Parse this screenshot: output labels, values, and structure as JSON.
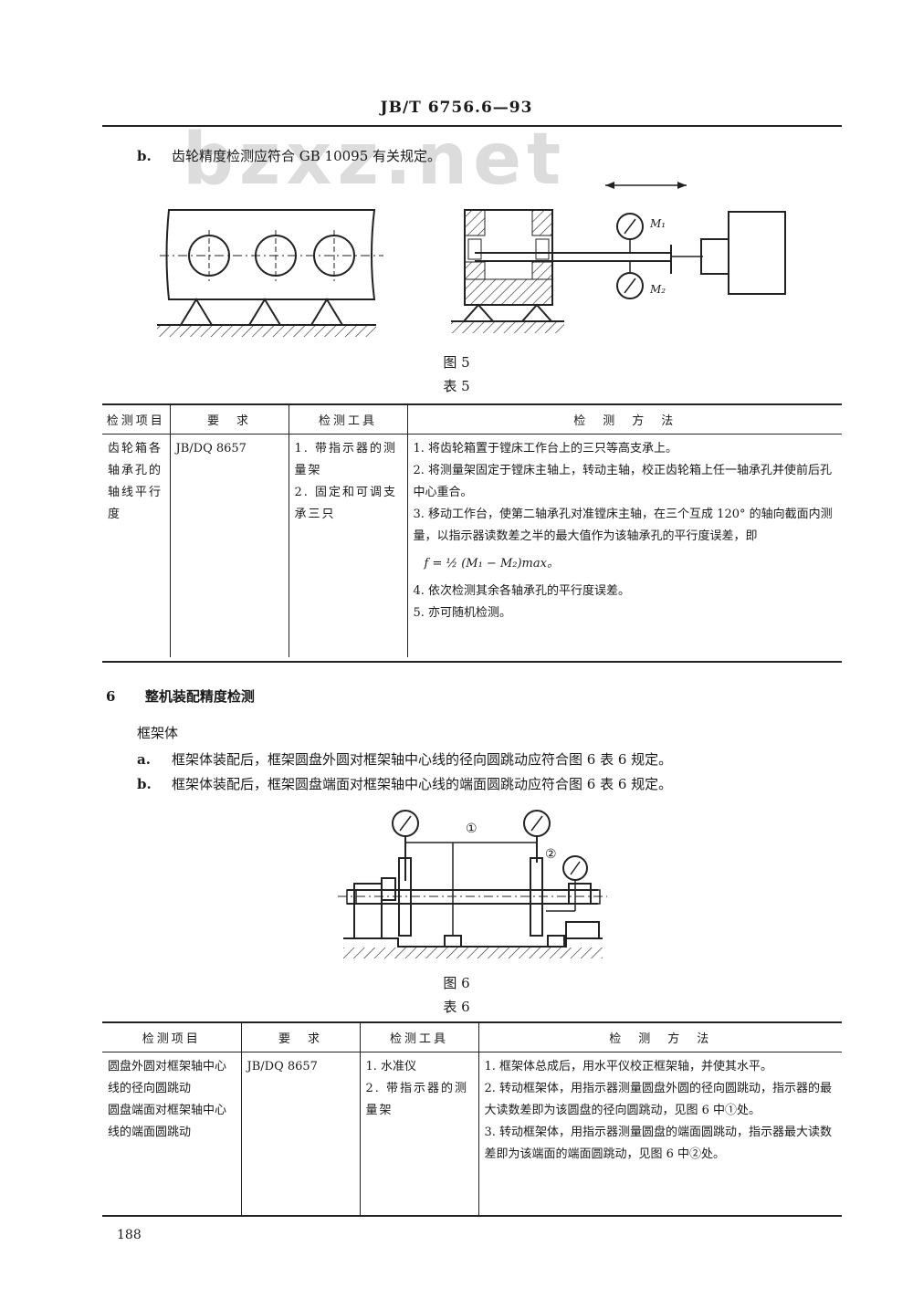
{
  "header": "JB/T 6756.6—93",
  "watermark": "bzxz.net",
  "item_b_top": {
    "label": "b.",
    "text": "齿轮精度检测应符合 GB 10095 有关规定。"
  },
  "fig5": {
    "caption": "图 5",
    "m1": "M₁",
    "m2": "M₂"
  },
  "table5": {
    "caption": "表 5",
    "headers": [
      "检测项目",
      "要　求",
      "检测工具",
      "检　测　方　法"
    ],
    "row": {
      "item": "齿轮箱各轴承孔的轴线平行度",
      "requirement": "JB/DQ 8657",
      "tools": [
        "1. 带指示器的测量架",
        "2. 固定和可调支承三只"
      ],
      "methods": [
        "1. 将齿轮箱置于镗床工作台上的三只等高支承上。",
        "2. 将测量架固定于镗床主轴上，转动主轴，校正齿轮箱上任一轴承孔并使前后孔中心重合。",
        "3. 移动工作台，使第二轴承孔对准镗床主轴，在三个互成 120° 的轴向截面内测量，以指示器读数差之半的最大值作为该轴承孔的平行度误差，即",
        "4. 依次检测其余各轴承孔的平行度误差。",
        "5. 亦可随机检测。"
      ],
      "formula": "f = ½ (M₁ − M₂)max。"
    }
  },
  "section6": {
    "number": "6",
    "title": "整机装配精度检测",
    "subtitle": "框架体",
    "items": [
      {
        "label": "a.",
        "text": "框架体装配后，框架圆盘外圆对框架轴中心线的径向圆跳动应符合图 6 表 6 规定。"
      },
      {
        "label": "b.",
        "text": "框架体装配后，框架圆盘端面对框架轴中心线的端面圆跳动应符合图 6 表 6 规定。"
      }
    ]
  },
  "fig6": {
    "caption": "图 6",
    "mark1": "①",
    "mark2": "②"
  },
  "table6": {
    "caption": "表 6",
    "headers": [
      "检测项目",
      "要　求",
      "检测工具",
      "检　测　方　法"
    ],
    "row": {
      "items": [
        "圆盘外圆对框架轴中心线的径向圆跳动",
        "圆盘端面对框架轴中心线的端面圆跳动"
      ],
      "requirement": "JB/DQ 8657",
      "tools": [
        "1. 水准仪",
        "2. 带指示器的测量架"
      ],
      "methods": [
        "1. 框架体总成后，用水平仪校正框架轴，并使其水平。",
        "2. 转动框架体，用指示器测量圆盘外圆的径向圆跳动，指示器的最大读数差即为该圆盘的径向圆跳动，见图 6 中①处。",
        "3. 转动框架体，用指示器测量圆盘的端面圆跳动，指示器最大读数差即为该端面的端面圆跳动，见图 6 中②处。"
      ]
    }
  },
  "page_number": "188"
}
